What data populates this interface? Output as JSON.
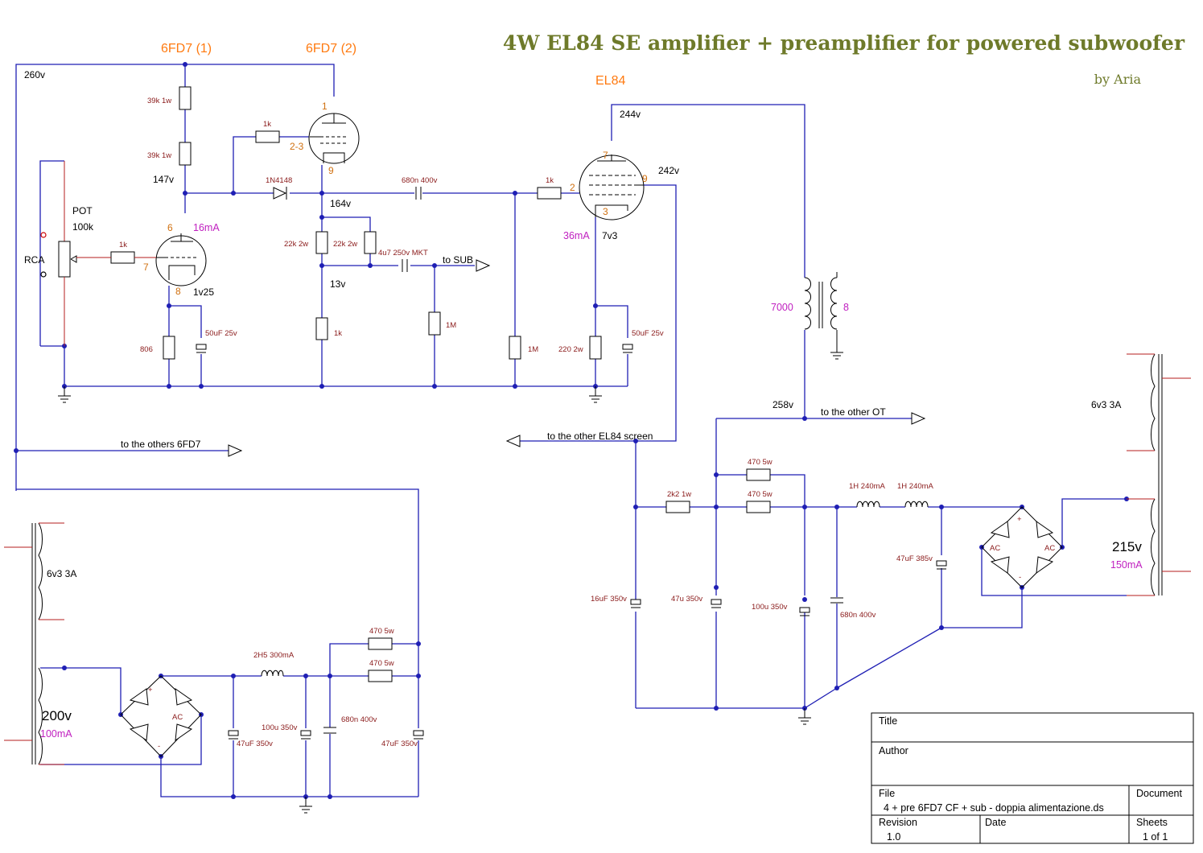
{
  "title": "4W EL84 SE amplifier + preamplifier for powered subwoofer",
  "author_line": "by Aria",
  "tubes": {
    "t1": "6FD7 (1)",
    "t2": "6FD7 (2)",
    "power": "EL84"
  },
  "pins": {
    "p1": "1",
    "p23": "2-3",
    "p9": "9",
    "p6": "6",
    "p7": "7",
    "p8": "8",
    "e7": "7",
    "e9": "9",
    "e2": "2",
    "e3": "3"
  },
  "voltages": {
    "v260": "260v",
    "v147": "147v",
    "v164": "164v",
    "v13": "13v",
    "v1v25": "1v25",
    "v244": "244v",
    "v242": "242v",
    "v7v3": "7v3",
    "v258": "258v"
  },
  "currents": {
    "i16": "16mA",
    "i36": "36mA"
  },
  "components": {
    "r39k_a": "39k 1w",
    "r39k_b": "39k 1w",
    "r1k_grid": "1k",
    "d1": "1N4148",
    "c680": "680n 400v",
    "r1k_el": "1k",
    "pot": "POT",
    "pot_val": "100k",
    "rca": "RCA",
    "r1k_in": "1k",
    "r22k_a": "22k 2w",
    "r22k_b": "22k 2w",
    "c4u7": "4u7 250v MKT",
    "to_sub": "to SUB",
    "r1m_a": "1M",
    "r1k_b": "1k",
    "r806": "806",
    "c50_a": "50uF 25v",
    "r1m_b": "1M",
    "r220": "220 2w",
    "c50_b": "50uF 25v",
    "ot_p": "7000",
    "ot_s": "8",
    "to_others_6fd7": "to the others 6FD7",
    "to_other_screen": "to the other EL84 screen",
    "to_other_ot": "to the other OT",
    "r2k2": "2k2 1w",
    "r470_a": "470 5w",
    "r470_b": "470 5w",
    "l1": "1H 240mA",
    "l2": "1H 240mA",
    "c47_385": "47uF 385v",
    "c16": "16uF 350v",
    "c47u": "47u 350v",
    "c100u": "100u 350v",
    "c680b": "680n 400v",
    "tr_right_sec": "6v3 3A",
    "tr_right_hv": "215v",
    "tr_right_i": "150mA",
    "tr_left_sec": "6v3 3A",
    "tr_left_hv": "200v",
    "tr_left_i": "100mA",
    "l3": "2H5 300mA",
    "r470_c": "470 5w",
    "r470_d": "470 5w",
    "c47_l1": "47uF 350v",
    "c100_l": "100u 350v",
    "c680_l": "680n 400v",
    "c47_l2": "47uF 350v",
    "ac": "AC",
    "plus": "+",
    "minus": "-"
  },
  "title_block": {
    "title_label": "Title",
    "title_value": "",
    "author_label": "Author",
    "author_value": "",
    "file_label": "File",
    "file_value": "4 + pre 6FD7 CF + sub - doppia alimentazione.ds",
    "document_label": "Document",
    "revision_label": "Revision",
    "revision_value": "1.0",
    "date_label": "Date",
    "sheets_label": "Sheets",
    "sheets_value": "1 of 1"
  }
}
